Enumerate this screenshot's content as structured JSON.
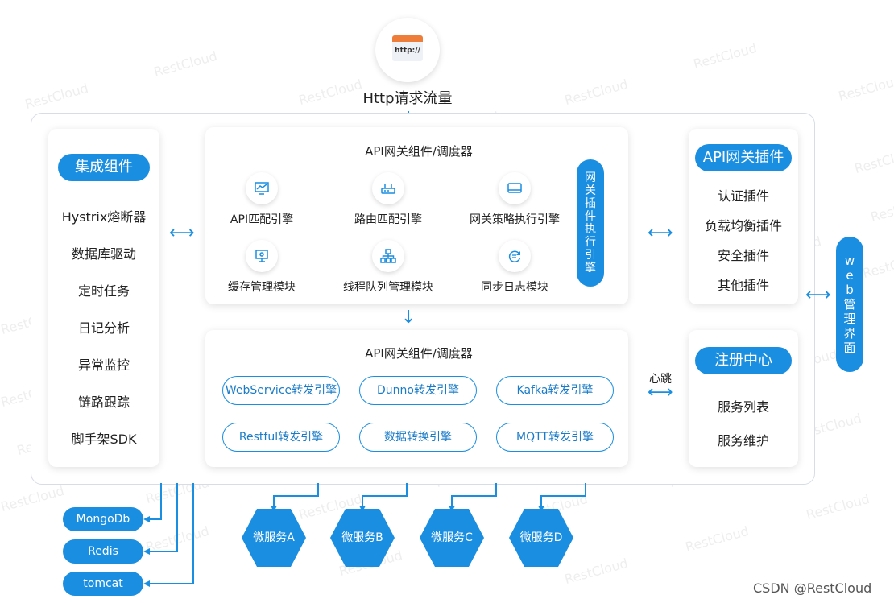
{
  "top": {
    "http_icon_text": "http://",
    "title": "Http请求流量"
  },
  "integration": {
    "title": "集成组件",
    "items": [
      "Hystrix熔断器",
      "数据库驱动",
      "定时任务",
      "日记分析",
      "异常监控",
      "链路跟踪",
      "脚手架SDK"
    ]
  },
  "gateway_top": {
    "title": "API网关组件/调度器",
    "modules": [
      "API匹配引擎",
      "路由匹配引擎",
      "网关策略执行引擎",
      "缓存管理模块",
      "线程队列管理模块",
      "同步日志模块"
    ],
    "plugin_exec": "网关插件执行引擎"
  },
  "gateway_bottom": {
    "title": "API网关组件/调度器",
    "engines": [
      "WebService转发引擎",
      "Dunno转发引擎",
      "Kafka转发引擎",
      "Restful转发引擎",
      "数据转换引擎",
      "MQTT转发引擎"
    ]
  },
  "plugins": {
    "title": "API网关插件",
    "items": [
      "认证插件",
      "负载均衡插件",
      "安全插件",
      "其他插件"
    ]
  },
  "registry": {
    "title": "注册中心",
    "heartbeat": "心跳",
    "items": [
      "服务列表",
      "服务维护"
    ]
  },
  "web_admin": "web管理界面",
  "datastores": [
    "MongoDb",
    "Redis",
    "tomcat"
  ],
  "microservices": [
    "微服务A",
    "微服务B",
    "微服务C",
    "微服务D"
  ],
  "watermark": "RestCloud",
  "credit": "CSDN @RestCloud",
  "colors": {
    "accent": "#1a8ee0",
    "accent_dark": "#1a7cc9",
    "border": "#d6dde6"
  }
}
